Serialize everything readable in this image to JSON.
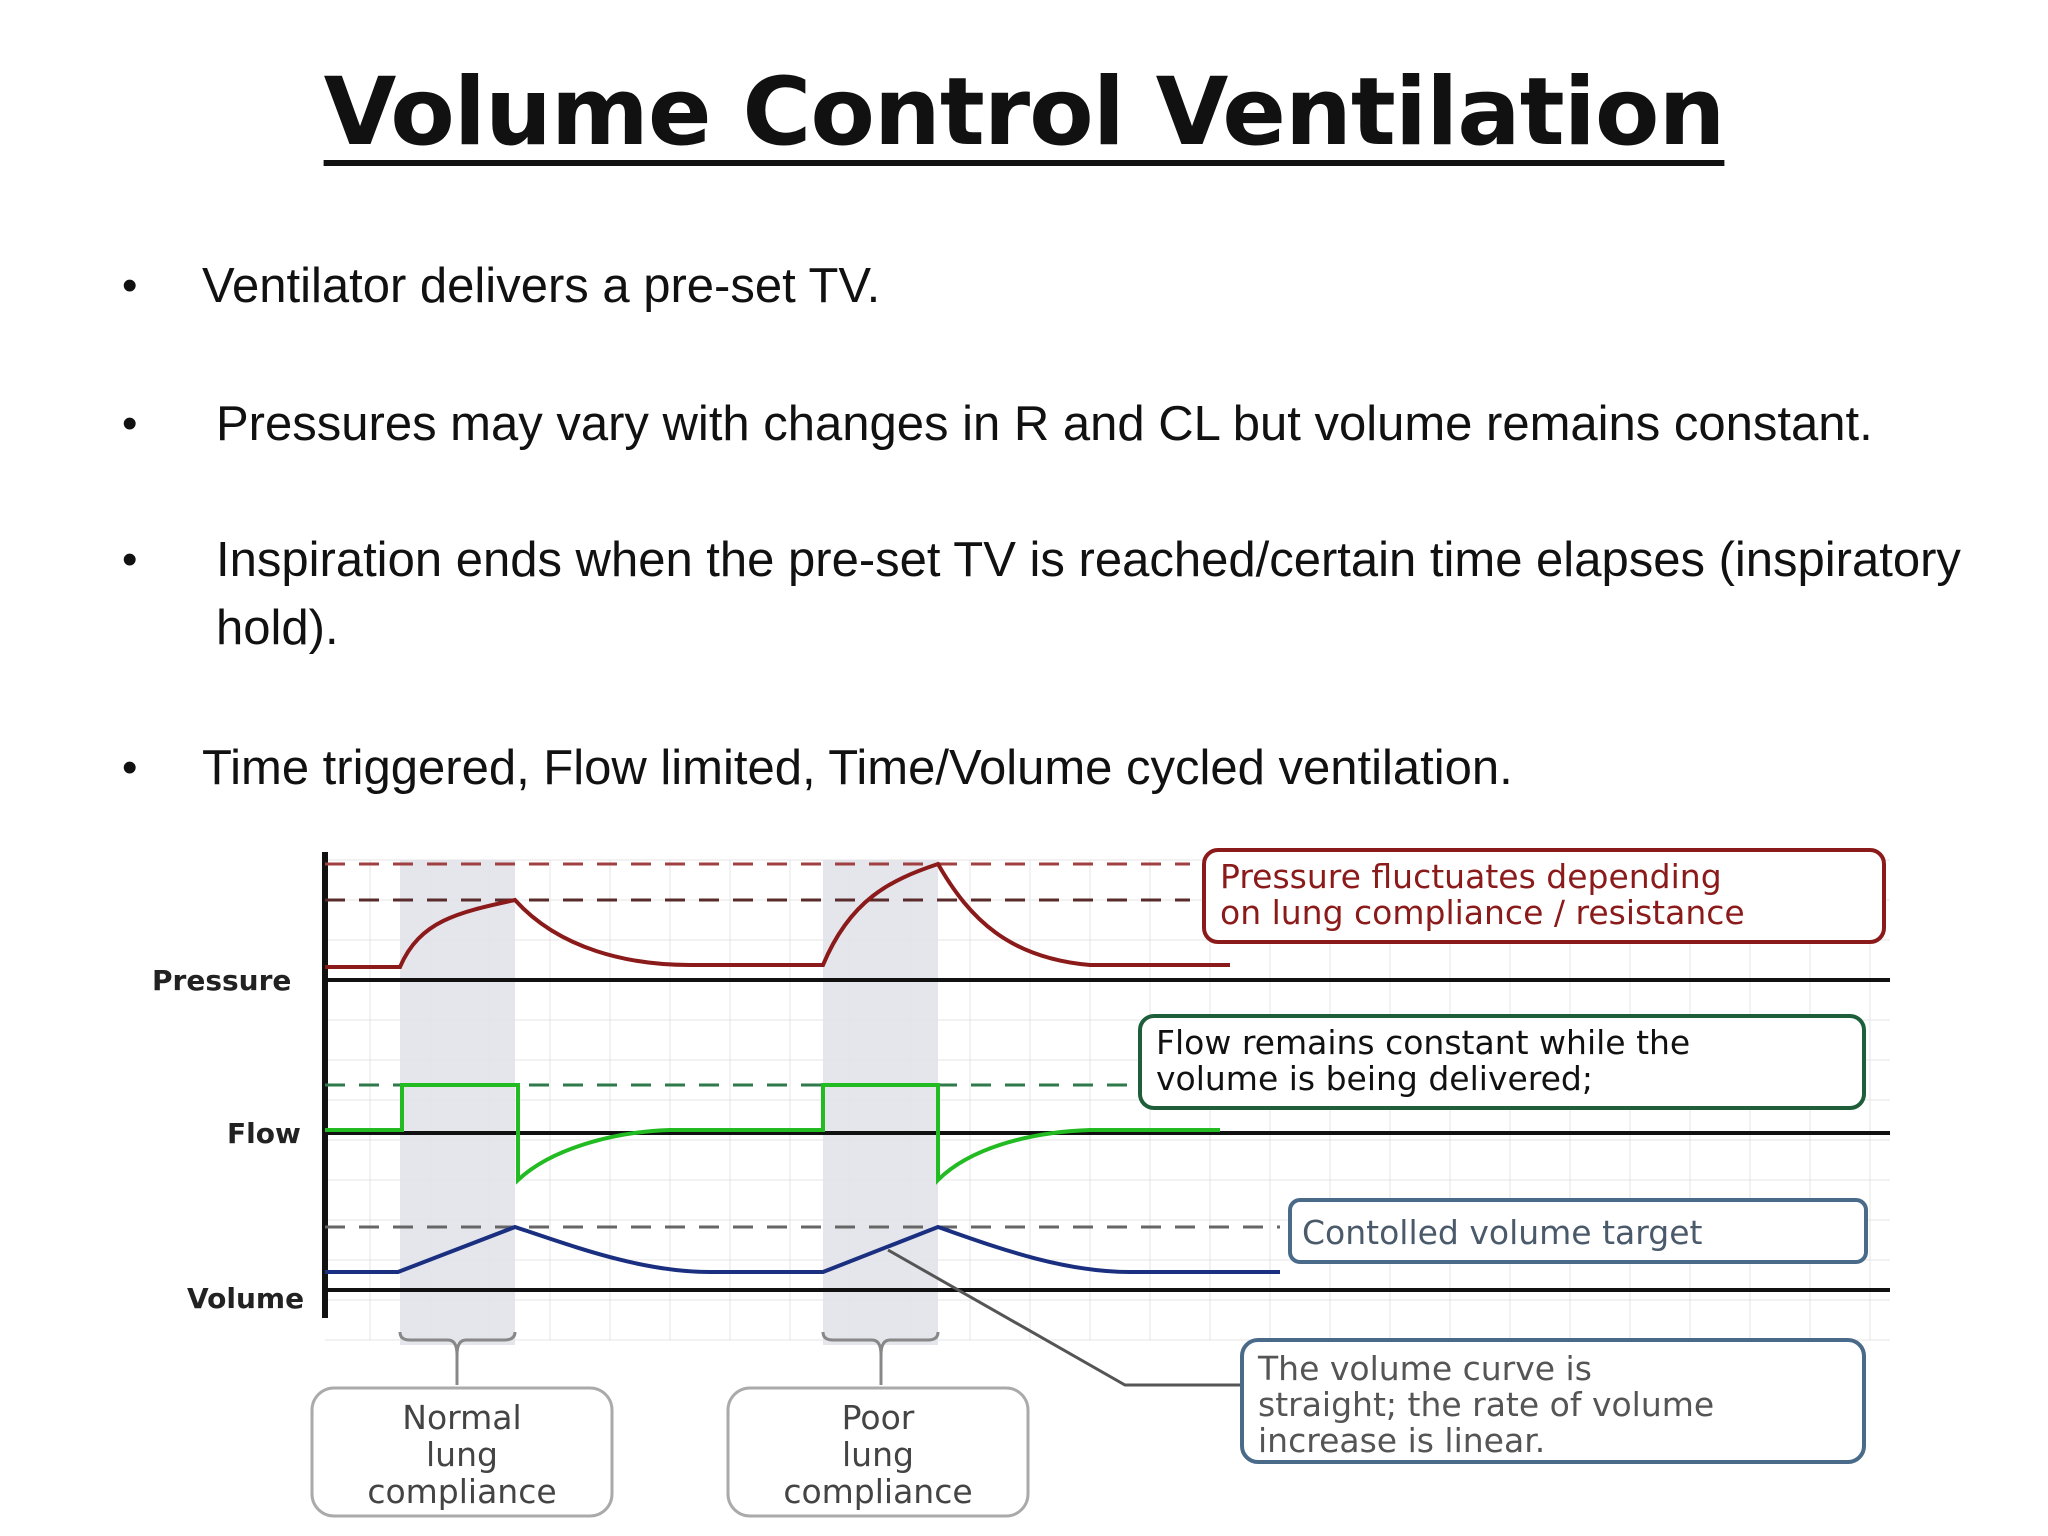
{
  "title": "Volume Control Ventilation",
  "bullets": [
    "Ventilator delivers a pre-set TV.",
    "Pressures may vary with changes in R and CL but volume remains constant.",
    "Inspiration ends when the pre-set TV is reached/certain time elapses (inspiratory hold).",
    "Time triggered, Flow limited, Time/Volume cycled ventilation."
  ],
  "bullet_glyph": "•",
  "diagram": {
    "axis_labels": {
      "pressure": "Pressure",
      "flow": "Flow",
      "volume": "Volume"
    },
    "callouts": {
      "pressure": [
        "Pressure fluctuates depending",
        "on lung compliance / resistance"
      ],
      "flow": [
        "Flow remains constant while the",
        "volume is being delivered;"
      ],
      "volume_target": "Contolled volume target",
      "volume_curve": [
        "The volume curve is",
        "straight; the rate of volume",
        "increase is linear."
      ]
    },
    "captions": {
      "normal": [
        "Normal",
        "lung",
        "compliance"
      ],
      "poor": [
        "Poor",
        "lung",
        "compliance"
      ]
    },
    "colors": {
      "pressure": "#8b1a1a",
      "flow": "#22bb22",
      "volume": "#1a2f80",
      "pressure_box": "#8b1a1a",
      "flow_box": "#1e5e3a",
      "volume_box": "#4a6a8a"
    }
  }
}
